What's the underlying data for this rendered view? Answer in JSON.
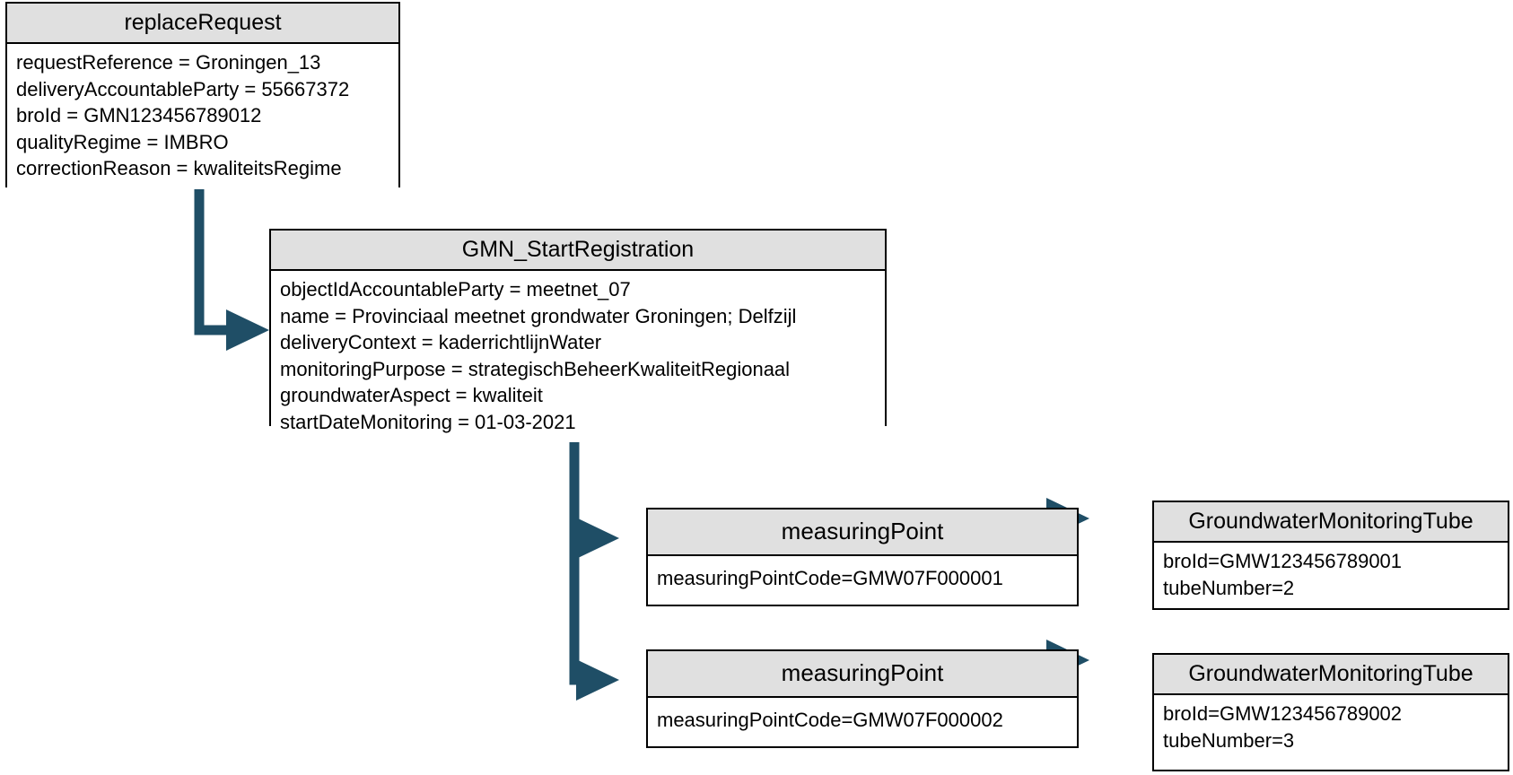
{
  "diagram": {
    "title": "GMN replaceRequest object diagram",
    "colors": {
      "node_header_fill": "#e0e0e0",
      "node_border": "#000000",
      "node_body_fill": "#ffffff",
      "edge_color": "#1f4e66",
      "background": "#ffffff"
    }
  },
  "nodes": [
    {
      "id": "replaceRequest",
      "title": "replaceRequest",
      "attributes": [
        "requestReference = Groningen_13",
        "deliveryAccountableParty = 55667372",
        "broId = GMN123456789012",
        "qualityRegime = IMBRO",
        "correctionReason = kwaliteitsRegime"
      ]
    },
    {
      "id": "gmnStartRegistration",
      "title": "GMN_StartRegistration",
      "attributes": [
        "objectIdAccountableParty = meetnet_07",
        "name = Provinciaal meetnet grondwater Groningen; Delfzijl",
        "deliveryContext = kaderrichtlijnWater",
        "monitoringPurpose = strategischBeheerKwaliteitRegionaal",
        "groundwaterAspect = kwaliteit",
        "startDateMonitoring = 01-03-2021"
      ]
    },
    {
      "id": "measuringPoint1",
      "title": "measuringPoint",
      "attributes": [
        "measuringPointCode=GMW07F000001"
      ]
    },
    {
      "id": "measuringPoint2",
      "title": "measuringPoint",
      "attributes": [
        "measuringPointCode=GMW07F000002"
      ]
    },
    {
      "id": "tube1",
      "title": "GroundwaterMonitoringTube",
      "attributes": [
        "broId=GMW123456789001",
        "tubeNumber=2"
      ]
    },
    {
      "id": "tube2",
      "title": "GroundwaterMonitoringTube",
      "attributes": [
        "broId=GMW123456789002",
        "tubeNumber=3"
      ]
    }
  ],
  "edges": [
    {
      "from": "replaceRequest",
      "to": "gmnStartRegistration",
      "style": "elbow-arrow"
    },
    {
      "from": "gmnStartRegistration",
      "to": "measuringPoint1",
      "style": "elbow-arrow"
    },
    {
      "from": "gmnStartRegistration",
      "to": "measuringPoint2",
      "style": "elbow-arrow"
    },
    {
      "from": "measuringPoint1",
      "to": "tube1",
      "style": "straight-arrow"
    },
    {
      "from": "measuringPoint2",
      "to": "tube2",
      "style": "straight-arrow"
    }
  ]
}
